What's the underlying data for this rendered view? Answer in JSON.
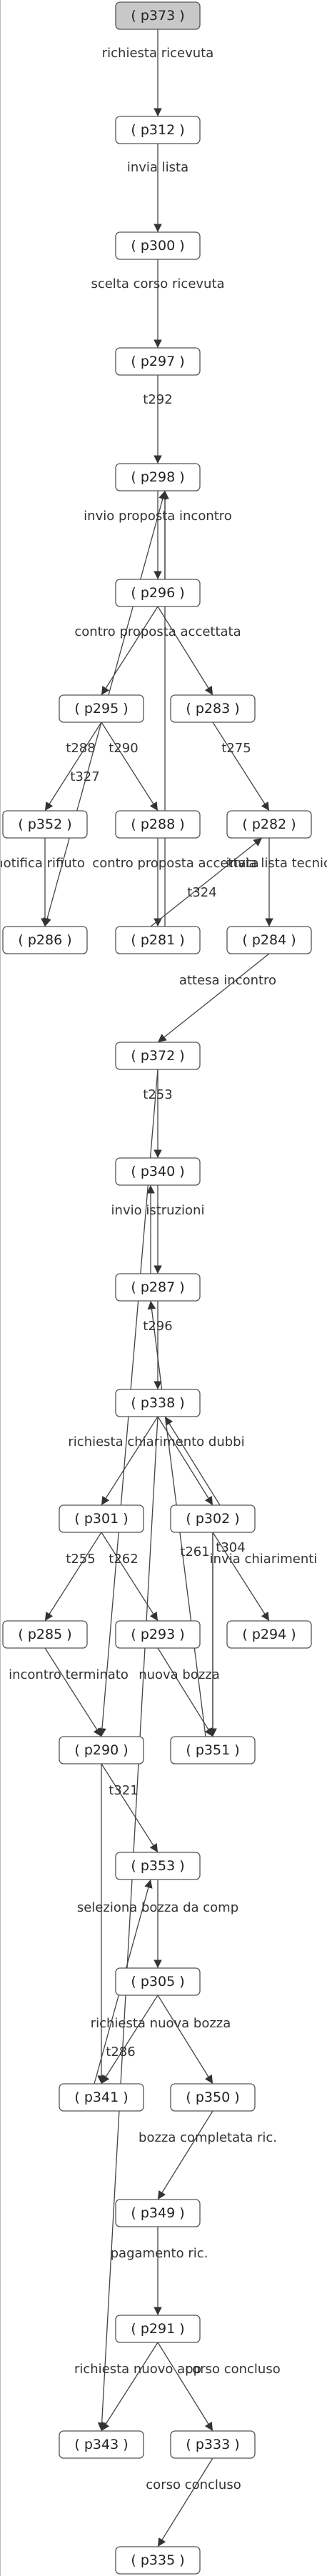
{
  "nodes": [
    {
      "id": "p373",
      "label": "( p373 )",
      "start": true
    },
    {
      "id": "p312",
      "label": "( p312 )"
    },
    {
      "id": "p300",
      "label": "( p300 )"
    },
    {
      "id": "p297",
      "label": "( p297 )"
    },
    {
      "id": "p298",
      "label": "( p298 )"
    },
    {
      "id": "p296",
      "label": "( p296 )"
    },
    {
      "id": "p295",
      "label": "( p295 )"
    },
    {
      "id": "p283",
      "label": "( p283 )"
    },
    {
      "id": "p352",
      "label": "( p352 )"
    },
    {
      "id": "p288",
      "label": "( p288 )"
    },
    {
      "id": "p282",
      "label": "( p282 )"
    },
    {
      "id": "p286",
      "label": "( p286 )"
    },
    {
      "id": "p281",
      "label": "( p281 )"
    },
    {
      "id": "p284",
      "label": "( p284 )"
    },
    {
      "id": "p372",
      "label": "( p372 )"
    },
    {
      "id": "p340",
      "label": "( p340 )"
    },
    {
      "id": "p287",
      "label": "( p287 )"
    },
    {
      "id": "p338",
      "label": "( p338 )"
    },
    {
      "id": "p301",
      "label": "( p301 )"
    },
    {
      "id": "p302",
      "label": "( p302 )"
    },
    {
      "id": "p285",
      "label": "( p285 )"
    },
    {
      "id": "p293",
      "label": "( p293 )"
    },
    {
      "id": "p294",
      "label": "( p294 )"
    },
    {
      "id": "p290",
      "label": "( p290 )"
    },
    {
      "id": "p351",
      "label": "( p351 )"
    },
    {
      "id": "p353",
      "label": "( p353 )"
    },
    {
      "id": "p305",
      "label": "( p305 )"
    },
    {
      "id": "p341",
      "label": "( p341 )"
    },
    {
      "id": "p350",
      "label": "( p350 )"
    },
    {
      "id": "p349",
      "label": "( p349 )"
    },
    {
      "id": "p291",
      "label": "( p291 )"
    },
    {
      "id": "p343",
      "label": "( p343 )"
    },
    {
      "id": "p333",
      "label": "( p333 )"
    },
    {
      "id": "p335",
      "label": "( p335 )"
    }
  ],
  "edges": [
    {
      "from": "p373",
      "to": "p312",
      "label": "richiesta ricevuta"
    },
    {
      "from": "p312",
      "to": "p300",
      "label": "invia lista"
    },
    {
      "from": "p300",
      "to": "p297",
      "label": "scelta corso ricevuta"
    },
    {
      "from": "p297",
      "to": "p298",
      "label": "t292"
    },
    {
      "from": "p298",
      "to": "p296",
      "label": "invio proposta incontro"
    },
    {
      "from": "p296",
      "to": "p298",
      "label": ""
    },
    {
      "from": "p296",
      "to": "p295",
      "label": "contro proposta accettata"
    },
    {
      "from": "p296",
      "to": "p283",
      "label": ""
    },
    {
      "from": "p295",
      "to": "p298",
      "label": ""
    },
    {
      "from": "p295",
      "to": "p352",
      "label": "t288"
    },
    {
      "from": "p295",
      "to": "p288",
      "label": "t290"
    },
    {
      "from": "p295",
      "to": "p286",
      "label": "t327"
    },
    {
      "from": "p283",
      "to": "p282",
      "label": "t275"
    },
    {
      "from": "p352",
      "to": "p286",
      "label": "notifica rifiuto"
    },
    {
      "from": "p288",
      "to": "p281",
      "label": "contro proposta accettata"
    },
    {
      "from": "p281",
      "to": "p282",
      "label": "t324"
    },
    {
      "from": "p282",
      "to": "p284",
      "label": "invia lista tecniche"
    },
    {
      "from": "p281",
      "to": "p298",
      "label": ""
    },
    {
      "from": "p284",
      "to": "p372",
      "label": "attesa incontro"
    },
    {
      "from": "p372",
      "to": "p340",
      "label": "t253"
    },
    {
      "from": "p340",
      "to": "p287",
      "label": "invio istruzioni"
    },
    {
      "from": "p287",
      "to": "p340",
      "label": ""
    },
    {
      "from": "p287",
      "to": "p338",
      "label": "t296"
    },
    {
      "from": "p338",
      "to": "p301",
      "label": "richiesta chiarimento dubbi"
    },
    {
      "from": "p338",
      "to": "p302",
      "label": ""
    },
    {
      "from": "p302",
      "to": "p338",
      "label": ""
    },
    {
      "from": "p302",
      "to": "p294",
      "label": "invia chiarimenti"
    },
    {
      "from": "p301",
      "to": "p285",
      "label": "t255"
    },
    {
      "from": "p301",
      "to": "p293",
      "label": "t262"
    },
    {
      "from": "p302",
      "to": "p351",
      "label": "t261"
    },
    {
      "from": "p302",
      "to": "p351",
      "label": "t304"
    },
    {
      "from": "p285",
      "to": "p290",
      "label": "incontro terminato"
    },
    {
      "from": "p293",
      "to": "p351",
      "label": "nuova bozza"
    },
    {
      "from": "p351",
      "to": "p287",
      "label": ""
    },
    {
      "from": "p290",
      "to": "p353",
      "label": "t321"
    },
    {
      "from": "p372",
      "to": "p290",
      "label": ""
    },
    {
      "from": "p353",
      "to": "p305",
      "label": "seleziona bozza da comp"
    },
    {
      "from": "p305",
      "to": "p350",
      "label": "richiesta nuova bozza"
    },
    {
      "from": "p305",
      "to": "p341",
      "label": "t286"
    },
    {
      "from": "p341",
      "to": "p353",
      "label": ""
    },
    {
      "from": "p290",
      "to": "p341",
      "label": ""
    },
    {
      "from": "p350",
      "to": "p349",
      "label": "bozza completata ric."
    },
    {
      "from": "p349",
      "to": "p291",
      "label": "pagamento ric."
    },
    {
      "from": "p291",
      "to": "p343",
      "label": "richiesta nuovo app"
    },
    {
      "from": "p291",
      "to": "p333",
      "label": "corso concluso"
    },
    {
      "from": "p338",
      "to": "p343",
      "label": ""
    },
    {
      "from": "p333",
      "to": "p335",
      "label": "corso concluso"
    }
  ]
}
